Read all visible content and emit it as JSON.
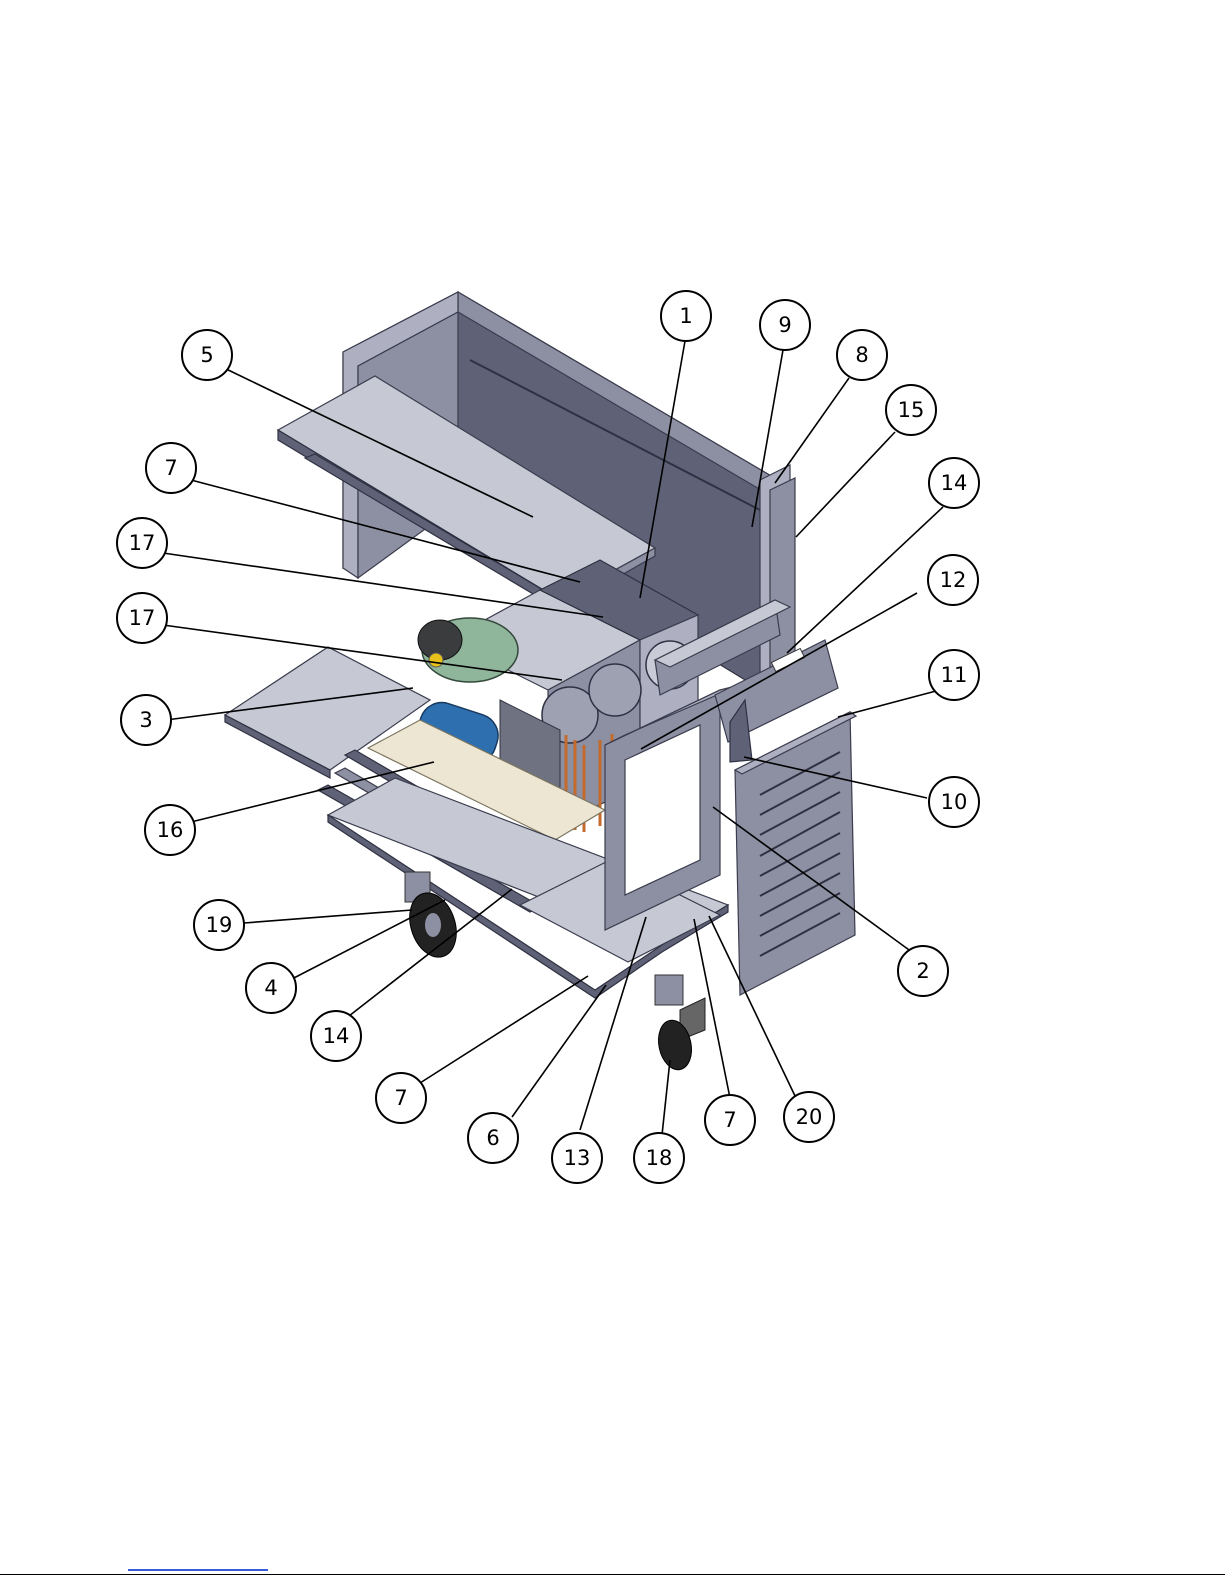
{
  "diagram": {
    "callouts": [
      {
        "id": "c1",
        "label": "1"
      },
      {
        "id": "c9",
        "label": "9"
      },
      {
        "id": "c8",
        "label": "8"
      },
      {
        "id": "c15",
        "label": "15"
      },
      {
        "id": "c5",
        "label": "5"
      },
      {
        "id": "c7a",
        "label": "7"
      },
      {
        "id": "c14a",
        "label": "14"
      },
      {
        "id": "c17a",
        "label": "17"
      },
      {
        "id": "c12",
        "label": "12"
      },
      {
        "id": "c17b",
        "label": "17"
      },
      {
        "id": "c11",
        "label": "11"
      },
      {
        "id": "c3",
        "label": "3"
      },
      {
        "id": "c10",
        "label": "10"
      },
      {
        "id": "c16",
        "label": "16"
      },
      {
        "id": "c19",
        "label": "19"
      },
      {
        "id": "c2",
        "label": "2"
      },
      {
        "id": "c4",
        "label": "4"
      },
      {
        "id": "c14b",
        "label": "14"
      },
      {
        "id": "c7b",
        "label": "7"
      },
      {
        "id": "c20",
        "label": "20"
      },
      {
        "id": "c7c",
        "label": "7"
      },
      {
        "id": "c6",
        "label": "6"
      },
      {
        "id": "c13",
        "label": "13"
      },
      {
        "id": "c18",
        "label": "18"
      }
    ],
    "colors": {
      "panel_dark": "#5f6277",
      "panel_mid": "#8d90a3",
      "panel_light": "#aeb0c1",
      "motor_blue": "#2e6fb0",
      "copper": "#c46a2c",
      "compressor_green": "#8fb59a",
      "wheel_black": "#222222",
      "base_cream": "#ece6d2"
    }
  }
}
